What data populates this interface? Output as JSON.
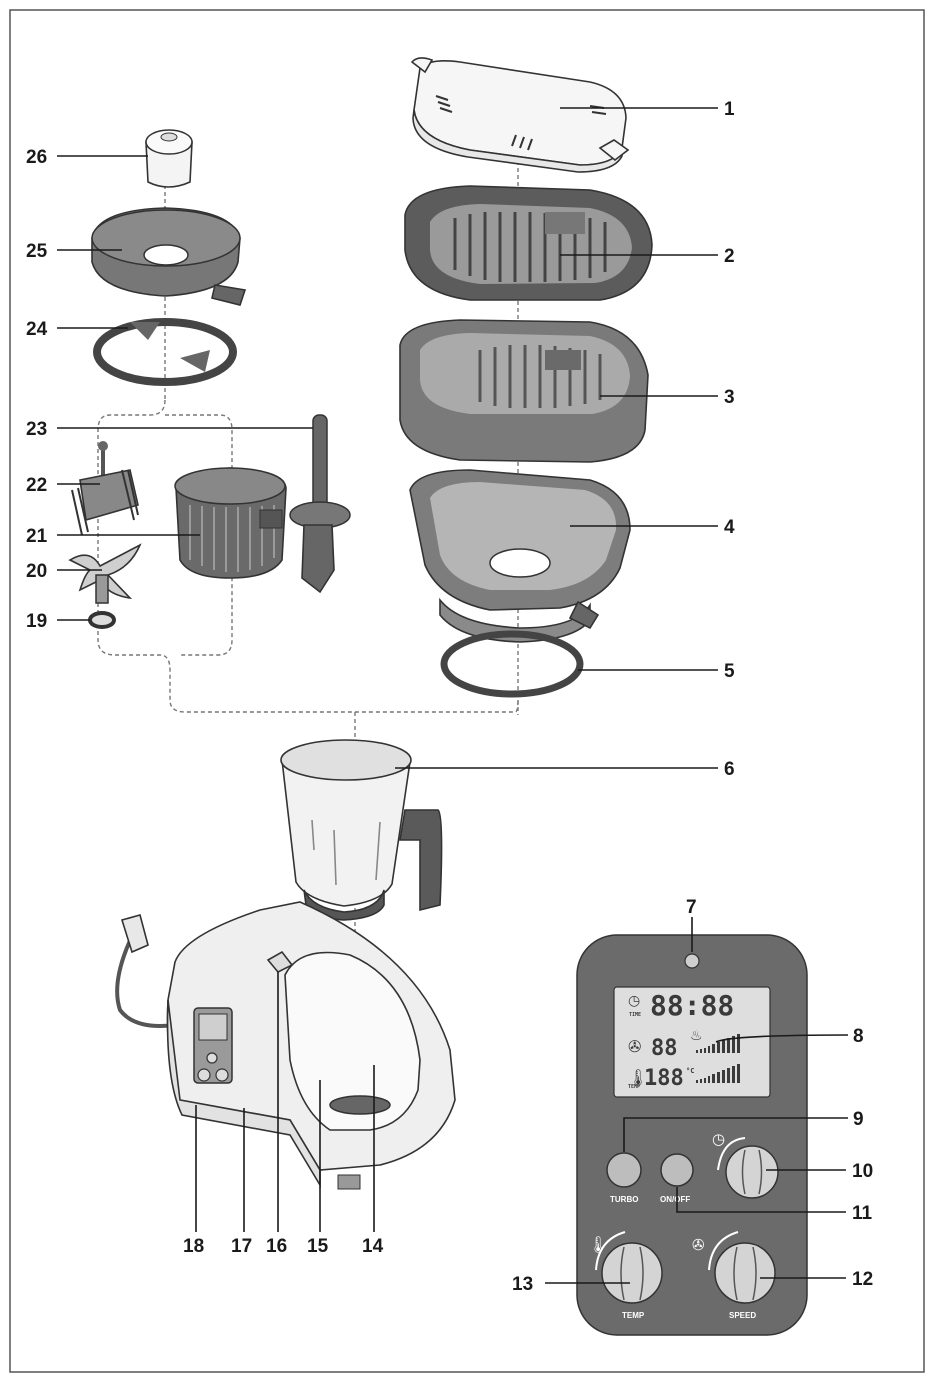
{
  "callouts": {
    "n1": "1",
    "n2": "2",
    "n3": "3",
    "n4": "4",
    "n5": "5",
    "n6": "6",
    "n7": "7",
    "n8": "8",
    "n9": "9",
    "n10": "10",
    "n11": "11",
    "n12": "12",
    "n13": "13",
    "n14": "14",
    "n15": "15",
    "n16": "16",
    "n17": "17",
    "n18": "18",
    "n19": "19",
    "n20": "20",
    "n21": "21",
    "n22": "22",
    "n23": "23",
    "n24": "24",
    "n25": "25",
    "n26": "26"
  },
  "panel": {
    "time_display": "88:88",
    "speed_display": "88",
    "temp_display": "188",
    "temp_unit": "°C",
    "turbo_label": "TURBO",
    "onoff_label": "ON/OFF",
    "temp_label": "TEMP",
    "speed_label": "SPEED",
    "time_caption": "TIME",
    "temp_caption": "TEMP"
  },
  "colors": {
    "panel_body": "#6b6b6b",
    "lcd_screen": "#dedede",
    "accessory_dark": "#5c5c5c",
    "accessory_mid": "#8a8a8a",
    "appliance_light": "#efefef"
  }
}
